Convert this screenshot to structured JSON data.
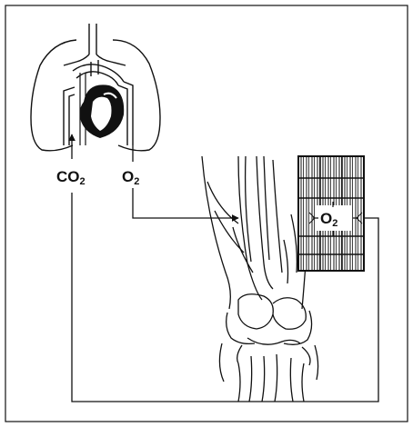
{
  "labels": {
    "co2_main": "CO",
    "co2_sub": "2",
    "o2_main": "O",
    "o2_sub": "2",
    "muscle_o2_main": "O",
    "muscle_o2_sub": "2"
  },
  "colors": {
    "line": "#111111",
    "background": "#ffffff",
    "muscle_fill": "#ffffff"
  }
}
